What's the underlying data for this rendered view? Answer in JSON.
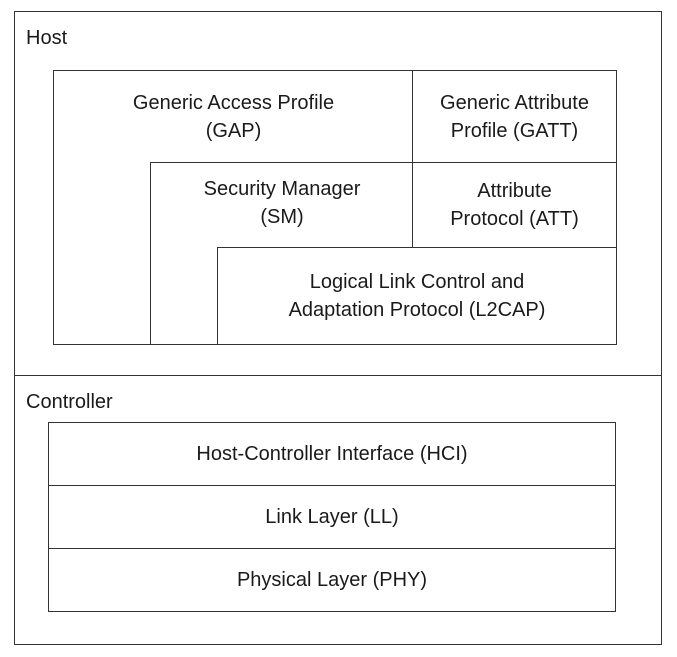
{
  "host": {
    "label": "Host",
    "gap": {
      "line1": "Generic Access Profile",
      "line2": "(GAP)"
    },
    "gatt": {
      "line1": "Generic Attribute",
      "line2": "Profile (GATT)"
    },
    "sm": {
      "line1": "Security Manager",
      "line2": "(SM)"
    },
    "att": {
      "line1": "Attribute",
      "line2": "Protocol (ATT)"
    },
    "l2cap": {
      "line1": "Logical Link Control and",
      "line2": "Adaptation Protocol (L2CAP)"
    }
  },
  "controller": {
    "label": "Controller",
    "hci": "Host-Controller Interface (HCI)",
    "ll": "Link Layer (LL)",
    "phy": "Physical Layer (PHY)"
  }
}
